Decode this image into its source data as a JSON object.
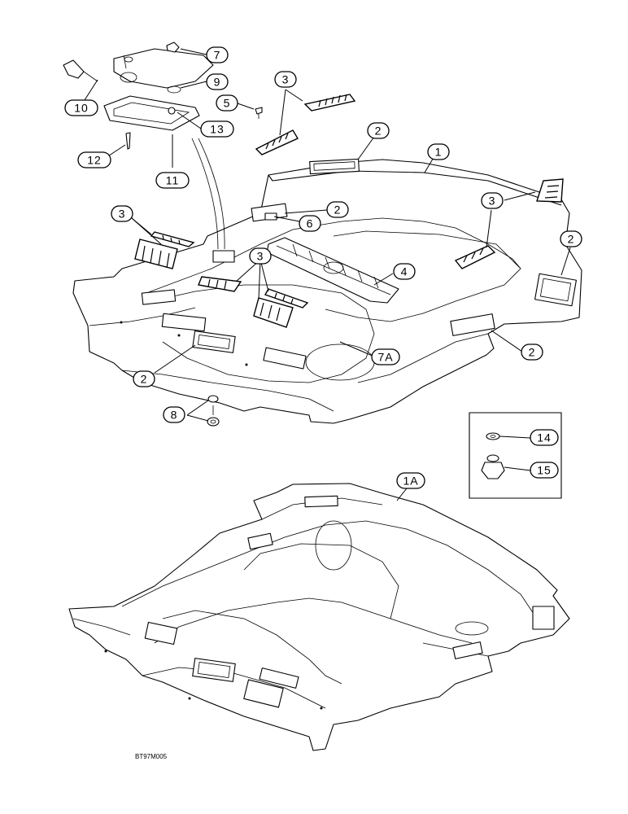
{
  "figure": {
    "ref_code": "BT97M005"
  },
  "callouts": [
    {
      "id": "c-7",
      "label": "7"
    },
    {
      "id": "c-9",
      "label": "9"
    },
    {
      "id": "c-10",
      "label": "10"
    },
    {
      "id": "c-13",
      "label": "13"
    },
    {
      "id": "c-12",
      "label": "12"
    },
    {
      "id": "c-11",
      "label": "11"
    },
    {
      "id": "c-5",
      "label": "5"
    },
    {
      "id": "c-3a",
      "label": "3"
    },
    {
      "id": "c-2a",
      "label": "2"
    },
    {
      "id": "c-1",
      "label": "1"
    },
    {
      "id": "c-3b",
      "label": "3"
    },
    {
      "id": "c-2b",
      "label": "2"
    },
    {
      "id": "c-6",
      "label": "6"
    },
    {
      "id": "c-3c",
      "label": "3"
    },
    {
      "id": "c-2c",
      "label": "2"
    },
    {
      "id": "c-3d",
      "label": "3"
    },
    {
      "id": "c-4",
      "label": "4"
    },
    {
      "id": "c-2d",
      "label": "2"
    },
    {
      "id": "c-7a",
      "label": "7A"
    },
    {
      "id": "c-2e",
      "label": "2"
    },
    {
      "id": "c-8",
      "label": "8"
    },
    {
      "id": "c-14",
      "label": "14"
    },
    {
      "id": "c-15",
      "label": "15"
    },
    {
      "id": "c-1a",
      "label": "1A"
    }
  ]
}
